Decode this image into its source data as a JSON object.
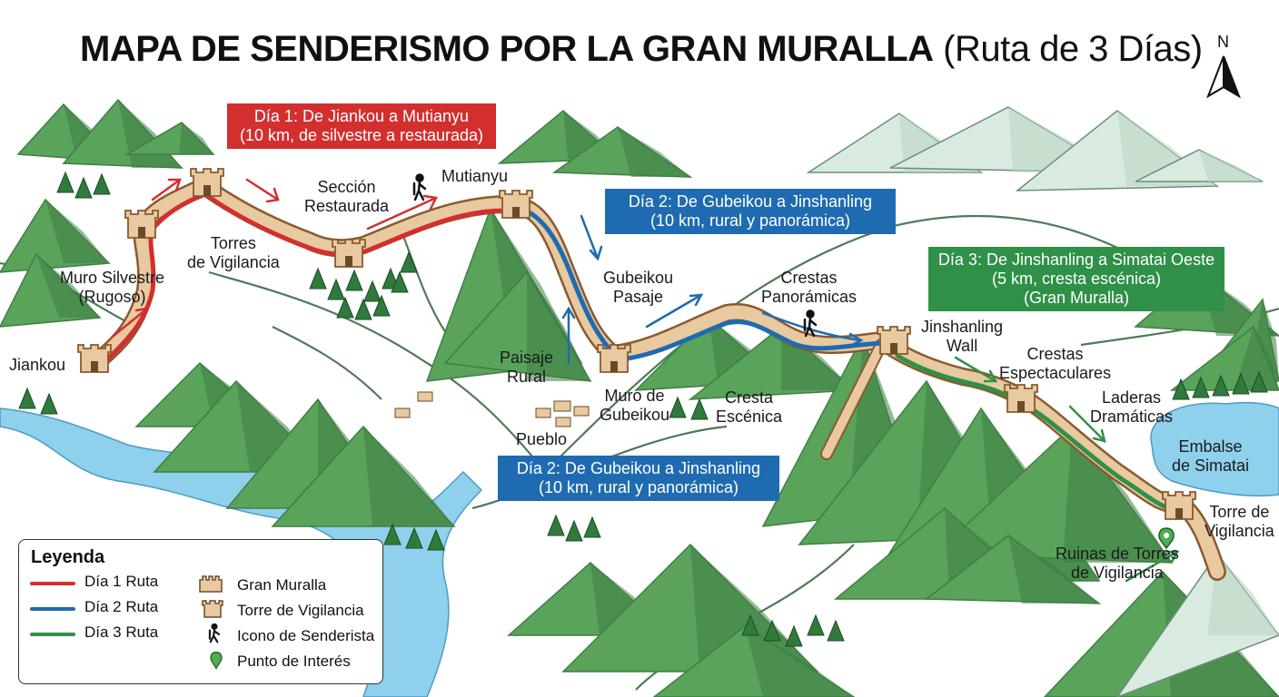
{
  "title": {
    "bold": "MAPA DE SENDERISMO POR LA GRAN MURALLA",
    "sub": "(Ruta de 3 Días)"
  },
  "north_label": "N",
  "banners": {
    "day1": "Día 1: De Jiankou a Mutianyu\n(10 km, de silvestre a restaurada)",
    "day2_top": "Día 2: De Gubeikou a Jinshanling\n(10 km, rural y panorámica)",
    "day2_bottom": "Día 2: De Gubeikou a Jinshanling\n(10 km, rural y panorámica)",
    "day3": "Día 3: De Jinshanling a Simatai Oeste\n(5 km, cresta escénica)\n(Gran Muralla)"
  },
  "places": {
    "jiankou": "Jiankou",
    "muro_silvestre": "Muro Silvestre\n(Rugoso)",
    "torres_vigilancia": "Torres\nde Vigilancia",
    "seccion_restaurada": "Sección\nRestaurada",
    "mutianyu": "Mutianyu",
    "gubeikou_pasaje": "Gubeikou\nPasaje",
    "paisaje_rural": "Paisaje\nRural",
    "muro_gubeikou": "Muro de\nGubeikou",
    "pueblo": "Pueblo",
    "crestas_panoramicas": "Crestas\nPanorámicas",
    "cresta_escenica": "Cresta\nEscénica",
    "jinshanling_wall": "Jinshanling\nWall",
    "crestas_espectaculares": "Crestas\nEspectaculares",
    "laderas_dramaticas": "Laderas\nDramáticas",
    "embalse_simatai": "Embalse\nde Simatai",
    "torre_vigilancia": "Torre de\nVigilancia",
    "ruinas_torres": "Ruinas de Torres\nde Vigilancia"
  },
  "legend": {
    "title": "Leyenda",
    "routes": [
      {
        "label": "Día 1 Ruta",
        "color": "#d32f2f"
      },
      {
        "label": "Día 2 Ruta",
        "color": "#1f6bb1"
      },
      {
        "label": "Día 3 Ruta",
        "color": "#2e9147"
      }
    ],
    "icons": [
      {
        "label": "Gran Muralla",
        "icon": "wall-icon"
      },
      {
        "label": "Torre de Vigilancia",
        "icon": "watchtower-icon"
      },
      {
        "label": "Icono de Senderista",
        "icon": "hiker-icon"
      },
      {
        "label": "Punto de Interés",
        "icon": "map-pin-icon"
      }
    ]
  },
  "colors": {
    "mountain": "#5aa35a",
    "mountain_dark": "#3f7f45",
    "snow_mountain": "#d9ebe0",
    "wall": "#e8c9a0",
    "wall_edge": "#8a5a2e",
    "river": "#8fd0ec",
    "tree": "#2f7a3c",
    "path": "#4f7a55"
  }
}
